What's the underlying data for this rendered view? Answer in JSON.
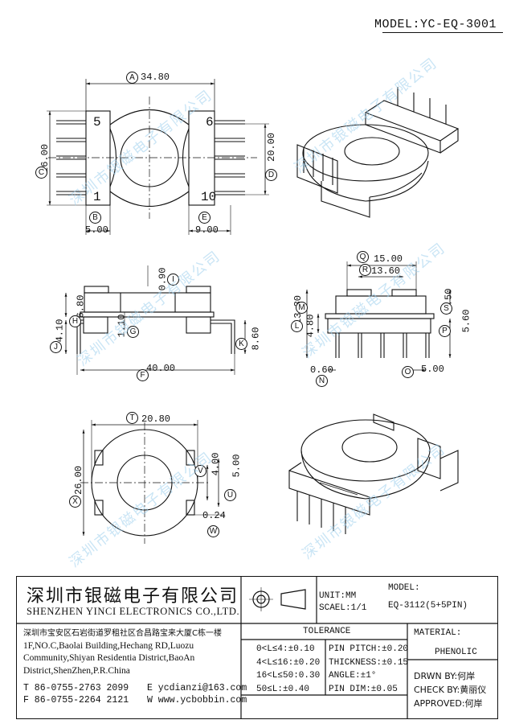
{
  "header": {
    "model_label": "MODEL:YC-EQ-3001"
  },
  "views": {
    "top_view": {
      "dims": {
        "A": "34.80",
        "B": "5.00",
        "C": "26.00",
        "D": "20.00",
        "E": "9.00"
      },
      "pin_numbers": {
        "tl": "5",
        "tr": "6",
        "bl": "1",
        "br": "10"
      }
    },
    "side_view": {
      "dims": {
        "F": "40.00",
        "G": "1.10",
        "H": "6.80",
        "I": "0.90",
        "J": "4.10",
        "K": "8.60"
      }
    },
    "end_view": {
      "dims": {
        "L": "13.30",
        "M": "4.80",
        "N": "0.60",
        "O": "5.00",
        "P": "5.60",
        "Q": "15.00",
        "R": "13.60",
        "S": "0.50"
      }
    },
    "bottom_view": {
      "dims": {
        "T": "20.80",
        "U": "5.00",
        "V": "4.00",
        "W": "0.24",
        "X": "26.00"
      }
    }
  },
  "dim_letters": [
    "A",
    "B",
    "C",
    "D",
    "E",
    "F",
    "G",
    "H",
    "I",
    "J",
    "K",
    "L",
    "M",
    "N",
    "O",
    "P",
    "Q",
    "R",
    "S",
    "T",
    "U",
    "V",
    "W",
    "X"
  ],
  "watermark_text": "深圳市银磁电子有限公司",
  "title_block": {
    "company_cn": "深圳市银磁电子有限公司",
    "company_en": "SHENZHEN YINCI ELECTRONICS CO.,LTD.",
    "address_cn": "深圳市宝安区石岩街道罗租社区合昌路宝来大厦C栋一楼",
    "address_en_1": "1F,NO.C,Baolai Building,Hechang RD,Luozu",
    "address_en_2": "Community,Shiyan Residentia District,BaoAn",
    "address_en_3": "District,ShenZhen,P.R.China",
    "tel": "T 86-0755-2763 2099",
    "fax": "F 86-0755-2264 2121",
    "email": "E ycdianzi@163.com",
    "web": "W www.ycbobbin.com",
    "unit": "UNIT:MM",
    "scale": "SCAEL:1/1",
    "model_label": "MODEL:",
    "model_value": "EQ-3112(5+5PIN)",
    "material_label": "MATERIAL:",
    "material_value": "PHENOLIC",
    "tolerance_title": "TOLERANCE",
    "tolerances": [
      "0<L≤4:±0.10",
      "4<L≤16:±0.20",
      "16<L≤50:0.30",
      "50≤L:±0.40"
    ],
    "pin_tolerances": [
      "PIN PITCH:±0.20",
      "THICKNESS:±0.15",
      "ANGLE:±1°",
      "PIN DIM:±0.05"
    ],
    "drawn_by": "DRWN BY:何岸",
    "check_by": "CHECK BY:黄丽仪",
    "approved": "APPROVED:何岸"
  }
}
